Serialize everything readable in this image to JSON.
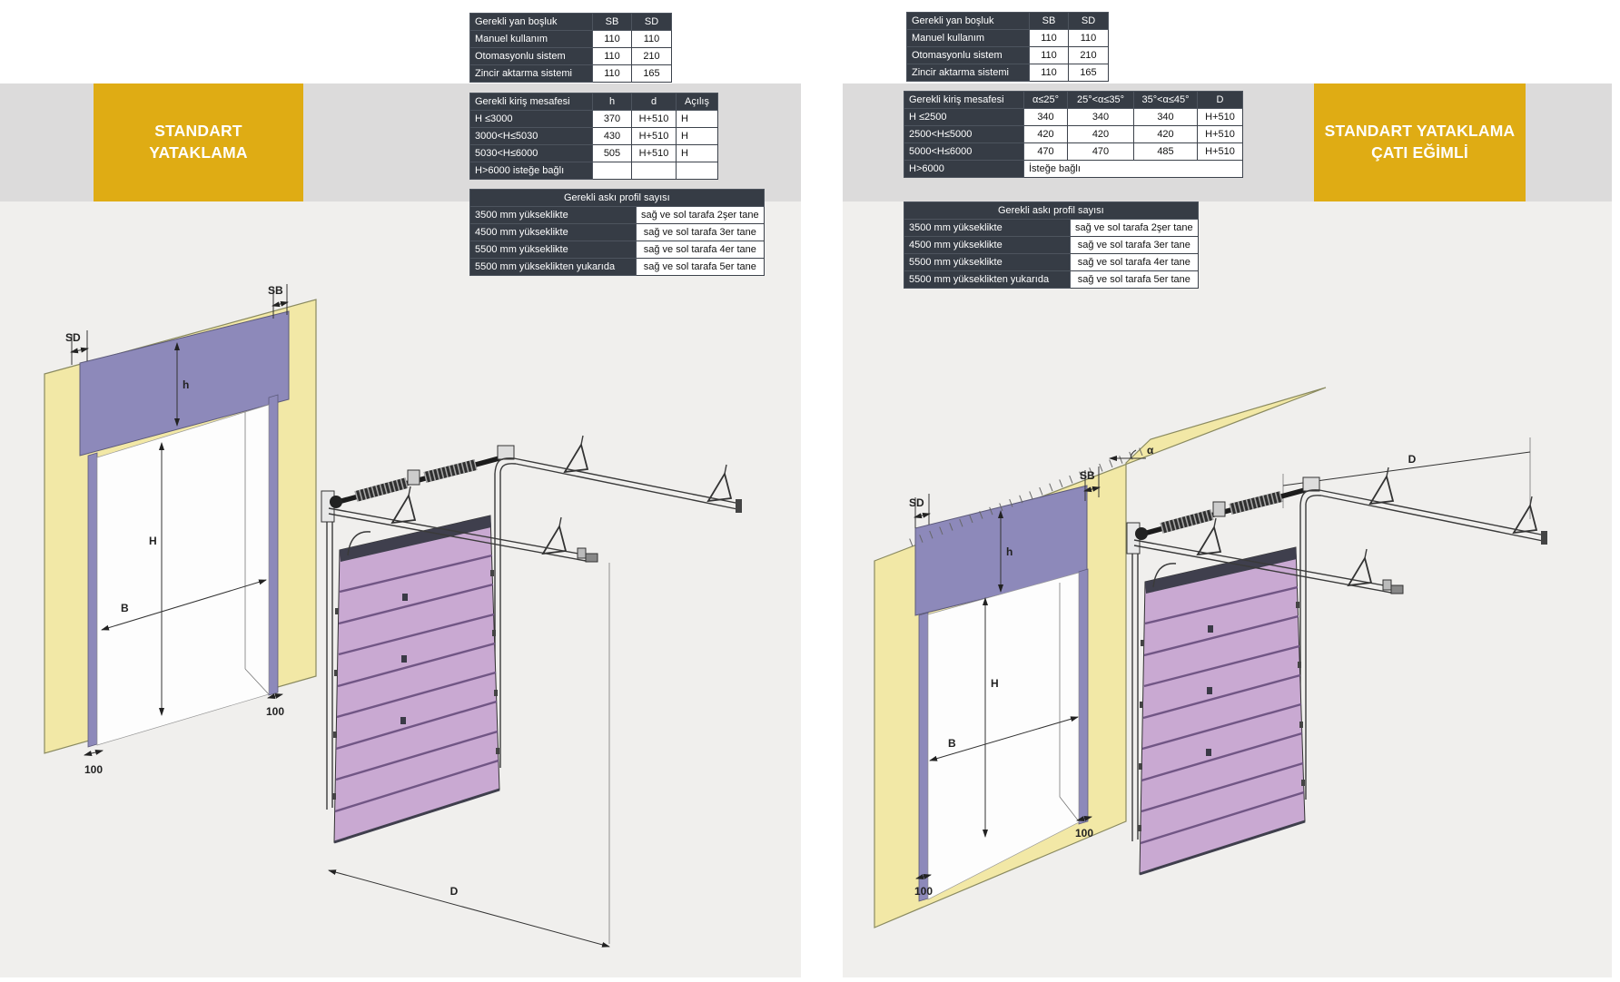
{
  "page": {
    "bg": "#ffffff",
    "panel_bg": "#f0efed",
    "band_bg": "#dcdbdb",
    "accent_gold": "#dfac14",
    "table_header_bg": "#363c45",
    "wall_yellow": "#f2e8a6",
    "frame_purple": "#8d89ba",
    "door_pink": "#c9a9d2"
  },
  "left": {
    "banner": {
      "line1": "STANDART",
      "line2": "YATAKLAMA"
    },
    "side_clearance_table": {
      "title": "Gerekli yan boşluk",
      "columns": [
        "SB",
        "SD"
      ],
      "rows": [
        {
          "label": "Manuel kullanım",
          "values": [
            "110",
            "110"
          ]
        },
        {
          "label": "Otomasyonlu sistem",
          "values": [
            "110",
            "210"
          ]
        },
        {
          "label": "Zincir aktarma sistemi",
          "values": [
            "110",
            "165"
          ]
        }
      ]
    },
    "beam_table": {
      "title": "Gerekli kiriş mesafesi",
      "columns": [
        "h",
        "d",
        "Açılış"
      ],
      "rows": [
        {
          "label": "H ≤3000",
          "values": [
            "370",
            "H+510",
            "H"
          ]
        },
        {
          "label": "3000<H≤5030",
          "values": [
            "430",
            "H+510",
            "H"
          ]
        },
        {
          "label": "5030<H≤6000",
          "values": [
            "505",
            "H+510",
            "H"
          ]
        },
        {
          "label": "H>6000 isteğe bağlı",
          "values": [
            "",
            "",
            ""
          ]
        }
      ]
    },
    "profile_table": {
      "title": "Gerekli askı profil sayısı",
      "rows": [
        {
          "label": "3500 mm yükseklikte",
          "value": "sağ ve sol tarafa 2şer tane"
        },
        {
          "label": "4500 mm yükseklikte",
          "value": "sağ ve sol tarafa 3er tane"
        },
        {
          "label": "5500 mm yükseklikte",
          "value": "sağ ve sol tarafa 4er tane"
        },
        {
          "label": "5500 mm yükseklikten yukarıda",
          "value": "sağ ve sol tarafa 5er tane"
        }
      ]
    }
  },
  "right": {
    "banner": {
      "line1": "STANDART YATAKLAMA",
      "line2": "ÇATI EĞİMLİ"
    },
    "side_clearance_table": {
      "title": "Gerekli yan boşluk",
      "columns": [
        "SB",
        "SD"
      ],
      "rows": [
        {
          "label": "Manuel kullanım",
          "values": [
            "110",
            "110"
          ]
        },
        {
          "label": "Otomasyonlu sistem",
          "values": [
            "110",
            "210"
          ]
        },
        {
          "label": "Zincir aktarma sistemi",
          "values": [
            "110",
            "165"
          ]
        }
      ]
    },
    "beam_table": {
      "title": "Gerekli kiriş mesafesi",
      "columns": [
        "α≤25°",
        "25°<α≤35°",
        "35°<α≤45°",
        "D"
      ],
      "rows": [
        {
          "label": "H ≤2500",
          "values": [
            "340",
            "340",
            "340",
            "H+510"
          ]
        },
        {
          "label": "2500<H≤5000",
          "values": [
            "420",
            "420",
            "420",
            "H+510"
          ]
        },
        {
          "label": "5000<H≤6000",
          "values": [
            "470",
            "470",
            "485",
            "H+510"
          ]
        },
        {
          "label": "H>6000",
          "span_value": "İsteğe bağlı"
        }
      ]
    },
    "profile_table": {
      "title": "Gerekli askı profil sayısı",
      "rows": [
        {
          "label": "3500 mm yükseklikte",
          "value": "sağ ve sol tarafa 2şer tane"
        },
        {
          "label": "4500 mm yükseklikte",
          "value": "sağ ve sol tarafa 3er tane"
        },
        {
          "label": "5500 mm yükseklikte",
          "value": "sağ ve sol tarafa 4er tane"
        },
        {
          "label": "5500 mm yükseklikten yukarıda",
          "value": "sağ ve sol tarafa 5er tane"
        }
      ]
    }
  },
  "drawing_labels": {
    "sd": "SD",
    "sb": "SB",
    "h_small": "h",
    "h_big": "H",
    "b": "B",
    "d": "D",
    "hundred": "100",
    "alpha": "α"
  }
}
